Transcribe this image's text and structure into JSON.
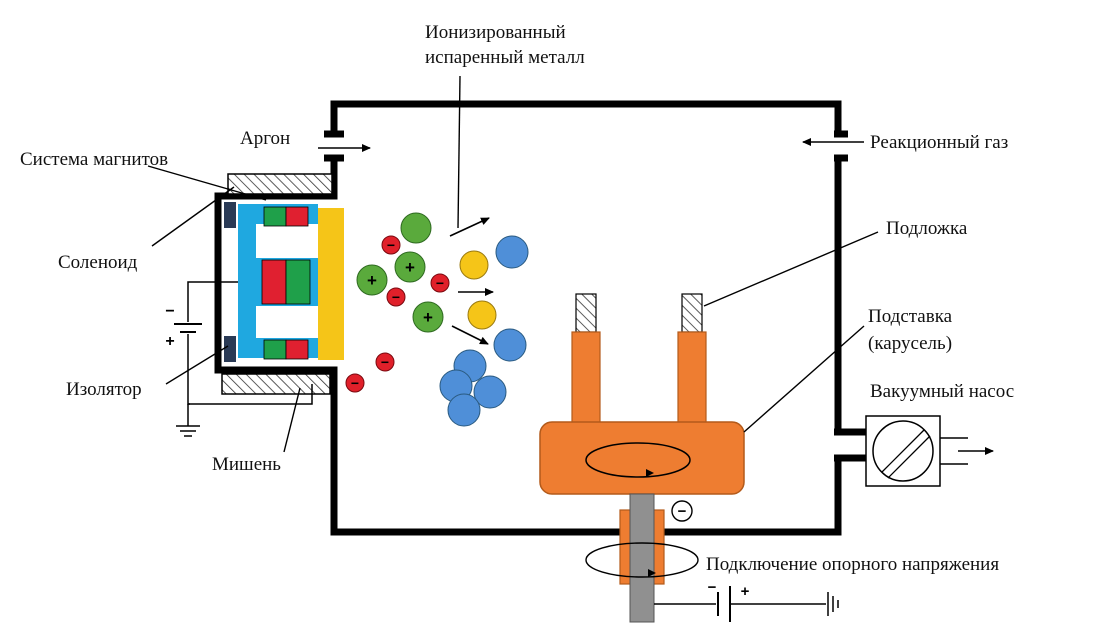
{
  "labels": {
    "ionized_line1": "Ионизированный",
    "ionized_line2": "испаренный металл",
    "magnets": "Система магнитов",
    "argon": "Аргон",
    "reaction_gas": "Реакционный газ",
    "solenoid": "Соленоид",
    "substrate": "Подложка",
    "stand_line1": "Подставка",
    "stand_line2": "(карусель)",
    "insulator": "Изолятор",
    "vacuum_pump": "Вакуумный насос",
    "target": "Мишень",
    "bias": "Подключение опорного напряжения"
  },
  "symbols": {
    "plus": "+",
    "minus": "−"
  },
  "colors": {
    "chamber": "#000000",
    "target_plate": "#f5c518",
    "magnet_frame": "#1fa8e0",
    "magnet_green": "#1fa04a",
    "magnet_red": "#e02030",
    "stand": "#ee7d31",
    "stand_stroke": "#b35a1a",
    "ion_green": "#5aaa3c",
    "electron_red": "#e0202a",
    "metal_blue": "#4f8fd8",
    "metal_yellow": "#f5c518",
    "shaft": "#909090"
  }
}
